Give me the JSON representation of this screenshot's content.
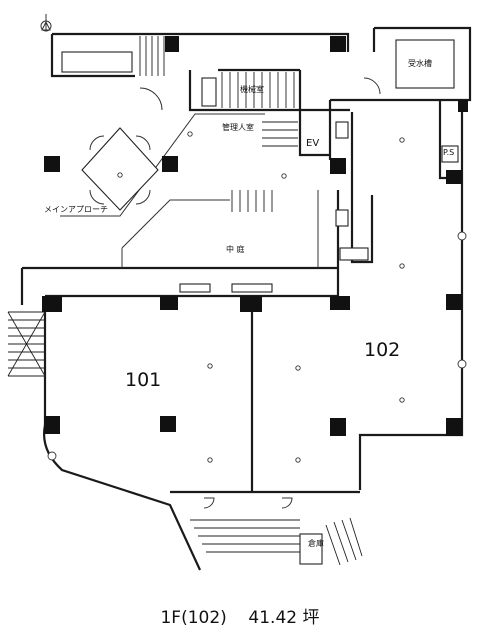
{
  "rooms": {
    "unit_101": "101",
    "unit_102": "102",
    "atrium": "中 庭",
    "ev": "EV",
    "ps": "P.S",
    "main_approach": "メインアプローチ",
    "water_tank": "受水槽",
    "machine_room": "機械室",
    "management": "管理人室",
    "storage": "倉庫"
  },
  "caption": {
    "floor": "1F(102)",
    "area": "41.42 坪"
  },
  "colors": {
    "ink": "#1a1a1a"
  },
  "icons": [
    "north-arrow-icon",
    "column-marker-icon",
    "door-swing-icon",
    "stair-icon"
  ]
}
